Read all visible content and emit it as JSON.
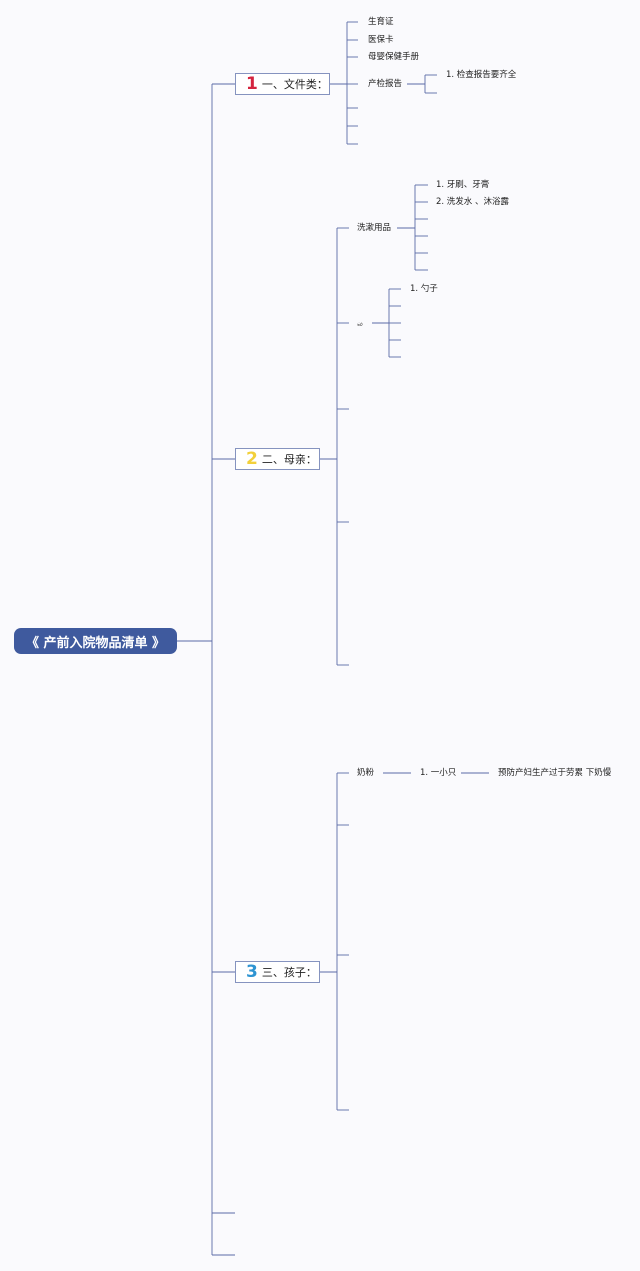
{
  "root": {
    "label": "《 产前入院物品清单 》"
  },
  "categories": [
    {
      "number": "1",
      "number_color": "#d4243f",
      "label": "一、文件类：",
      "items": [
        "生育证",
        "医保卡",
        "母婴保健手册",
        "产检报告"
      ],
      "subitems": {
        "report": "1. 检查报告要齐全"
      }
    },
    {
      "number": "2",
      "number_color": "#f2d03a",
      "label": "二、母亲：",
      "items": [
        "洗漱用品",
        "ல"
      ],
      "subitems": {
        "toiletries": [
          "1. 牙刷、牙膏",
          "2. 洗发水 、沐浴露"
        ],
        "utensil": "1. 勺子"
      }
    },
    {
      "number": "3",
      "number_color": "#2e94d2",
      "label": "三、孩子：",
      "items": [
        "奶粉"
      ],
      "subitems": {
        "formula": "1. 一小只",
        "formula_note": "预防产妇生产过于劳累 下奶慢"
      }
    }
  ],
  "colors": {
    "line": "#5b6aa6",
    "root": "#3f5a9e"
  }
}
